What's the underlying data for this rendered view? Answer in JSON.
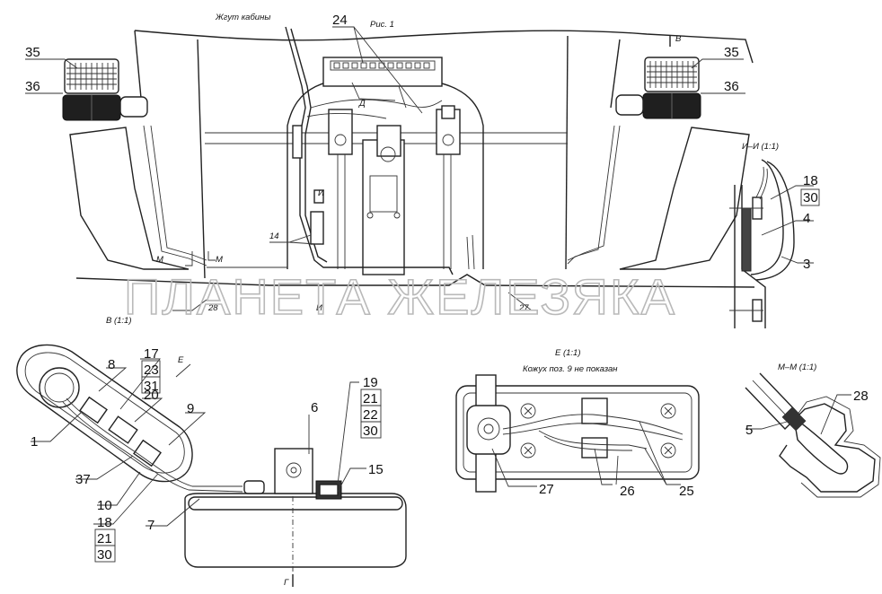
{
  "captions": {
    "fig": "Рис. 1",
    "harness": "Жгут кабины",
    "view_b_arrow": "В",
    "view_b": "В (1:1)",
    "section_ii": "И–И (1:1)",
    "view_e": "Е (1:1)",
    "cover_note": "Кожух поз. 9 не показан",
    "section_mm": "М–М (1:1)",
    "arrow_e": "Е",
    "mark_m_left": "М",
    "mark_m_right": "М",
    "mark_i_top": "И",
    "mark_i_bottom": "И",
    "mark_d": "Д",
    "mark_g": "Г"
  },
  "labels": {
    "l35": "35",
    "l36": "36",
    "r35": "35",
    "r36": "36",
    "p24": "24",
    "p14": "14",
    "p28a": "28",
    "p27a": "27",
    "p18a": "18",
    "p30a": "30",
    "p4": "4",
    "p3": "3",
    "p8": "8",
    "p17": "17",
    "p23": "23",
    "p31": "31",
    "p20": "20",
    "p1": "1",
    "p9": "9",
    "p37": "37",
    "p10": "10",
    "p18b": "18",
    "p21b": "21",
    "p30b": "30",
    "p7": "7",
    "p6": "6",
    "p19": "19",
    "p21c": "21",
    "p22": "22",
    "p30c": "30",
    "p15": "15",
    "p27b": "27",
    "p26": "26",
    "p25": "25",
    "p5": "5",
    "p28b": "28"
  },
  "watermark": "ПЛАНЕТА ЖЕЛЕЗЯКА"
}
